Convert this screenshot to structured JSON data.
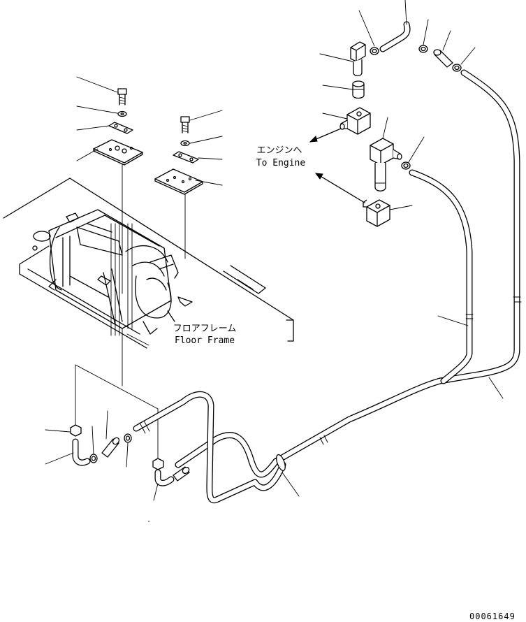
{
  "labels": {
    "to_engine_jp": "エンジンへ",
    "to_engine_en": "To Engine",
    "floor_frame_jp": "フロアフレーム",
    "floor_frame_en": "Floor Frame",
    "drawing_number": "00061649"
  },
  "colors": {
    "line": "#000000",
    "background": "#ffffff"
  }
}
